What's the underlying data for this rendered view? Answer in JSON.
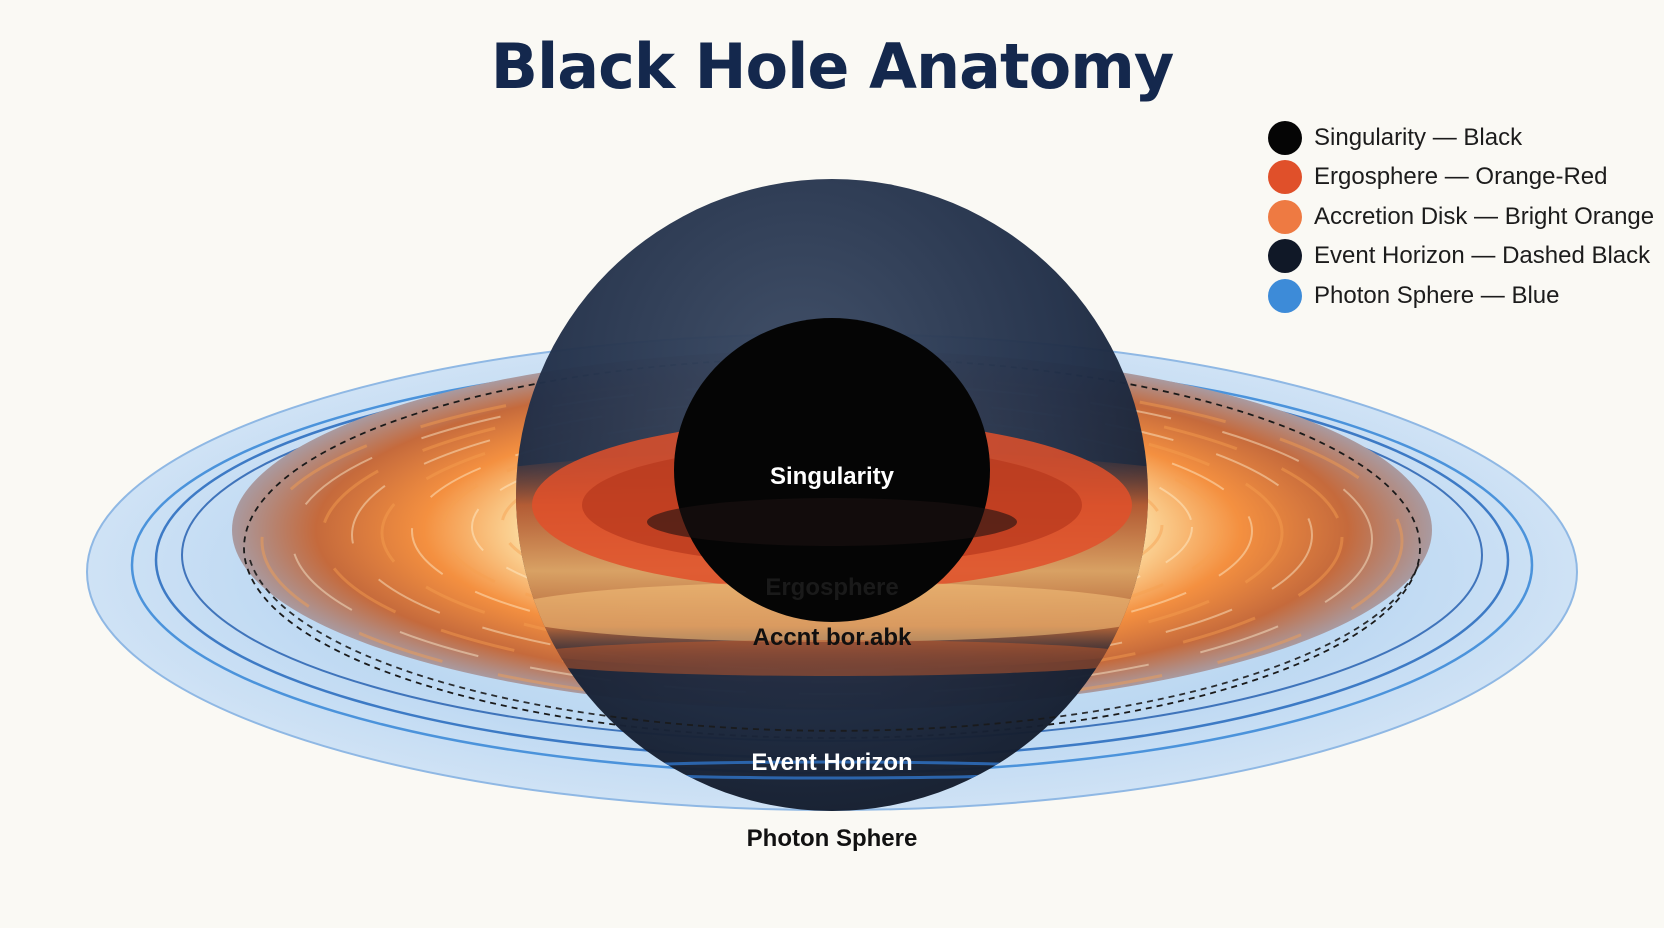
{
  "title": "Black Hole Anatomy",
  "legend": [
    {
      "label": "Singularity — Black",
      "color": "#050505"
    },
    {
      "label": "Ergosphere — Orange-Red",
      "color": "#e0502a"
    },
    {
      "label": "Accretion Disk — Bright Orange",
      "color": "#ee7a42"
    },
    {
      "label": "Event Horizon — Dashed Black",
      "color": "#101827"
    },
    {
      "label": "Photon Sphere — Blue",
      "color": "#3d8bd8"
    }
  ],
  "labels": {
    "singularity": "Singularity",
    "ergosphere": "Ergosphere",
    "accretion_disk": "Accnt bor.abk",
    "event_horizon": "Event Horizon",
    "photon_sphere": "Photon Sphere"
  },
  "colors": {
    "title": "#14284d",
    "singularity": "#050505",
    "shell": "#1d2a40",
    "ergosphere": "#e0502a",
    "accretion": "#ee7a42",
    "photon": "#3d8bd8"
  }
}
